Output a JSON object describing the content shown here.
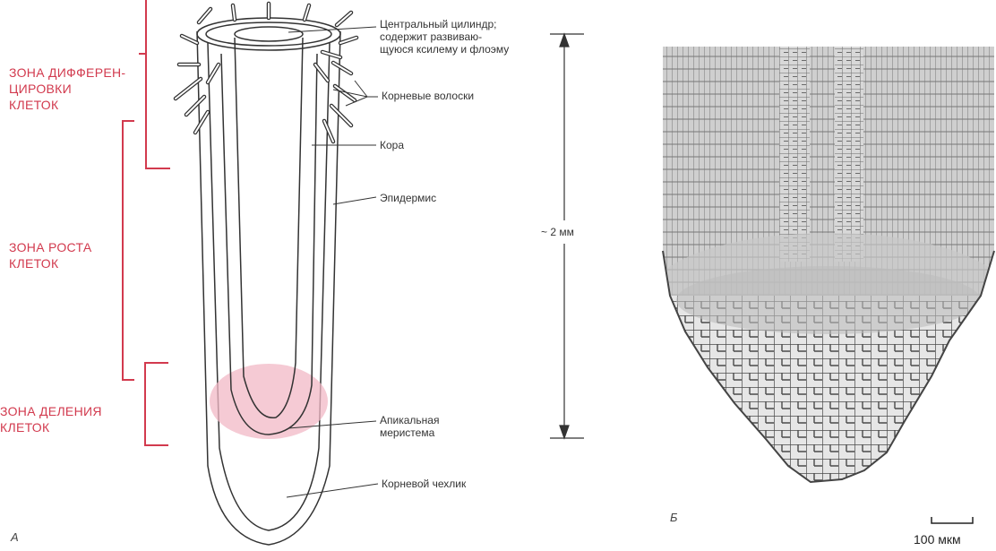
{
  "zones": {
    "differentiation": "ЗОНА ДИФФЕРЕН-\nЦИРОВКИ\nКЛЕТОК",
    "growth": "ЗОНА РОСТА\nКЛЕТОК",
    "division": "ЗОНА ДЕЛЕНИЯ\nКЛЕТОК"
  },
  "labels": {
    "central_cylinder": "Центральный цилиндр;\nсодержит развиваю-\nщуюся ксилему и флоэму",
    "root_hairs": "Корневые волоски",
    "cortex": "Кора",
    "epidermis": "Эпидермис",
    "apical_meristem": "Апикальная\nмеристема",
    "root_cap": "Корневой чехлик"
  },
  "measure": {
    "length": "~ 2 мм"
  },
  "panels": {
    "a": "А",
    "b": "Б"
  },
  "scale_bar": {
    "label": "100 мкм"
  },
  "colors": {
    "zone_text": "#d23a4e",
    "meristem": "#f2b8c6",
    "line": "#333333"
  }
}
